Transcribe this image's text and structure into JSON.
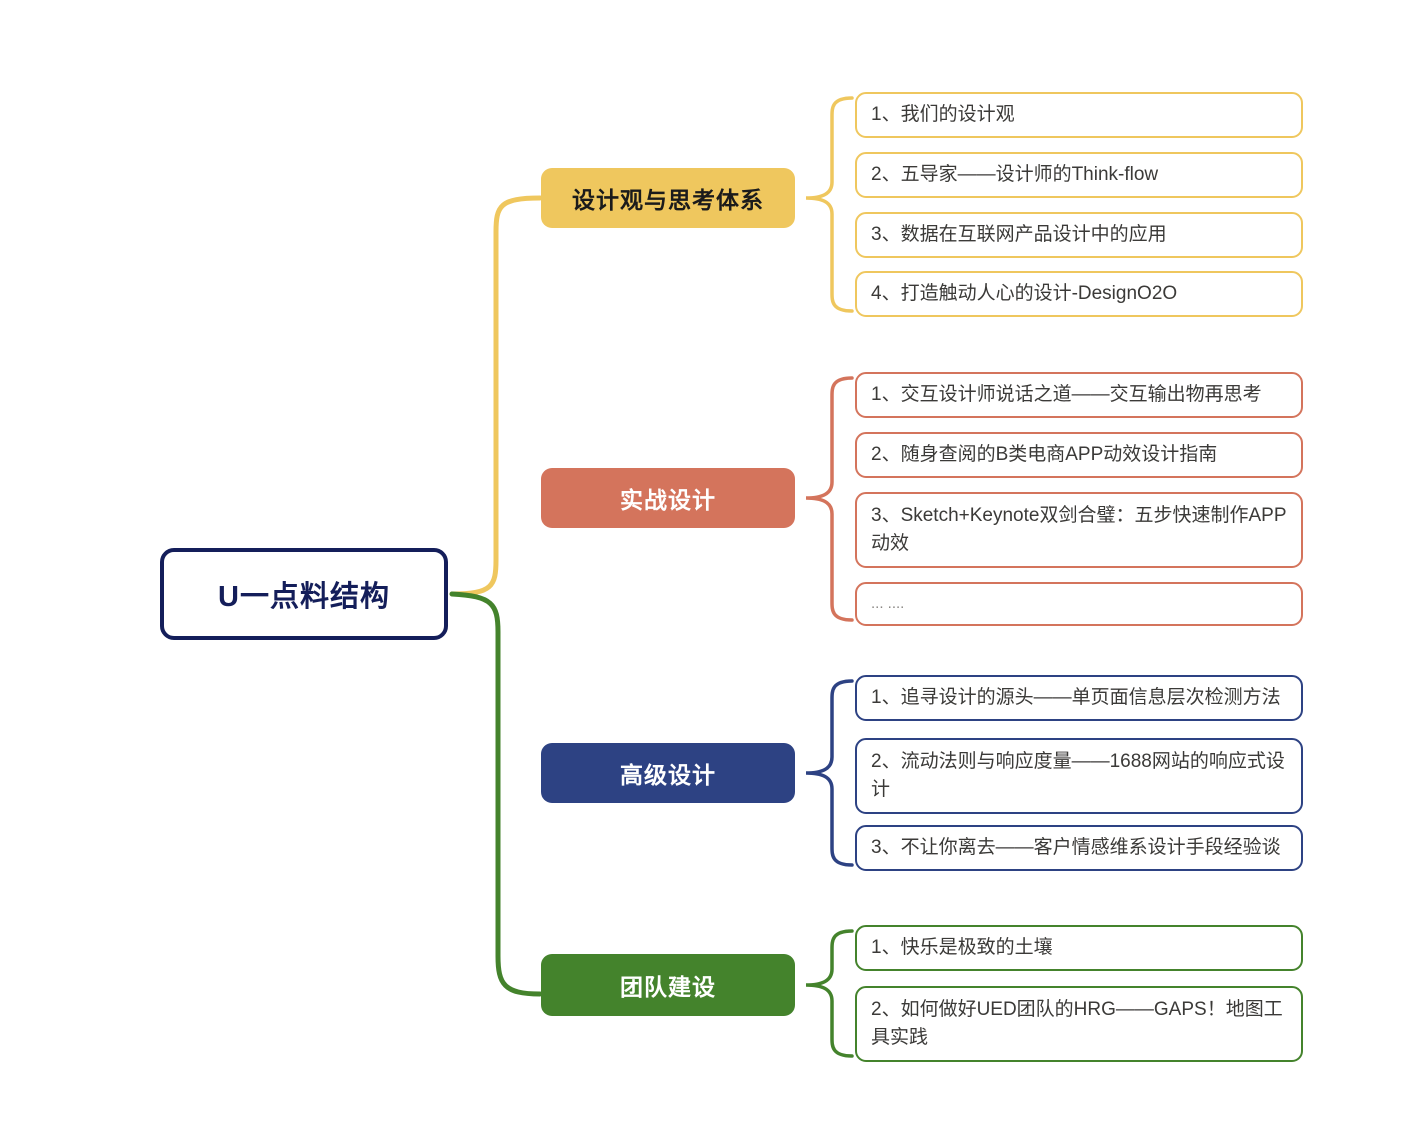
{
  "diagram": {
    "type": "mind-map",
    "title": "U一点料结构",
    "root": {
      "label": "U一点料结构",
      "border_color": "#141E5A",
      "text_color": "#141E5A",
      "background": "#FFFFFF"
    },
    "palette": {
      "branch_1": "#EFC75E",
      "branch_2": "#D4745C",
      "branch_3": "#2D4283",
      "branch_4": "#44832C",
      "root": "#141E5A",
      "leaf_text": "#3B3A38",
      "page_background": "#FFFFFF"
    },
    "branches": [
      {
        "label": "设计观与思考体系",
        "color": "#EFC75E",
        "label_text_color": "#1B1B1B",
        "children": [
          {
            "text": "1、我们的设计观"
          },
          {
            "text": "2、五导家——设计师的Think-flow"
          },
          {
            "text": "3、数据在互联网产品设计中的应用"
          },
          {
            "text": "4、打造触动人心的设计-DesignO2O"
          }
        ]
      },
      {
        "label": "实战设计",
        "color": "#D4745C",
        "label_text_color": "#FFFFFF",
        "children": [
          {
            "text": "1、交互设计师说话之道——交互输出物再思考"
          },
          {
            "text": "2、随身查阅的B类电商APP动效设计指南"
          },
          {
            "text": "3、Sketch+Keynote双剑合璧：五步快速制作APP动效"
          },
          {
            "text": "... ....",
            "muted": true
          }
        ]
      },
      {
        "label": "高级设计",
        "color": "#2D4283",
        "label_text_color": "#FFFFFF",
        "children": [
          {
            "text": "1、追寻设计的源头——单页面信息层次检测方法"
          },
          {
            "text": "2、流动法则与响应度量——1688网站的响应式设计"
          },
          {
            "text": "3、不让你离去——客户情感维系设计手段经验谈"
          }
        ]
      },
      {
        "label": "团队建设",
        "color": "#44832C",
        "label_text_color": "#FFFFFF",
        "children": [
          {
            "text": "1、快乐是极致的土壤"
          },
          {
            "text": "2、如何做好UED团队的HRG——GAPS！地图工具实践"
          }
        ]
      }
    ]
  }
}
